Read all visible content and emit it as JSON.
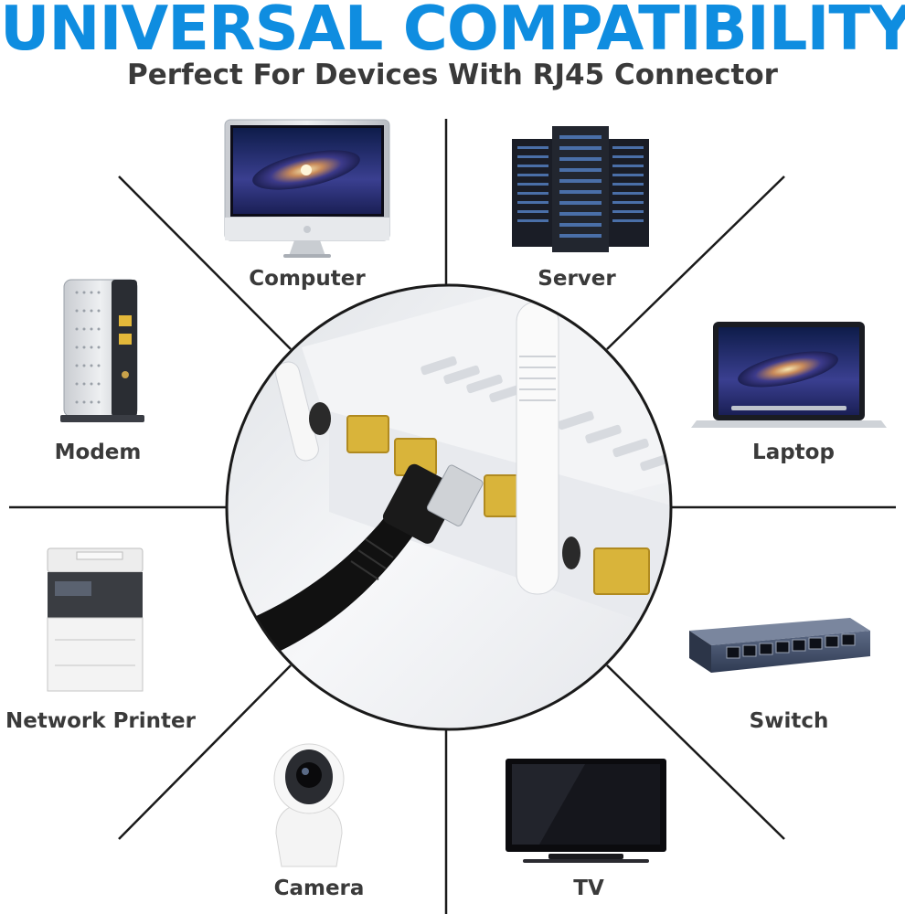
{
  "header": {
    "title": "UNIVERSAL COMPATIBILITY",
    "subtitle": "Perfect For Devices With RJ45 Connector"
  },
  "devices": [
    {
      "label": "Computer"
    },
    {
      "label": "Server"
    },
    {
      "label": "Modem"
    },
    {
      "label": "Laptop"
    },
    {
      "label": "Network Printer"
    },
    {
      "label": "Switch"
    },
    {
      "label": "Camera"
    },
    {
      "label": "TV"
    }
  ],
  "colors": {
    "title": "#0f8de0",
    "text": "#3a3a3a",
    "lines": "#1a1a1a",
    "circle_border": "#1a1a1a",
    "router_body": "#f2f3f5",
    "port_yellow": "#d9b43a",
    "cable": "#111111"
  },
  "icons": {
    "center": "router-with-ethernet-cable-icon",
    "computer": "desktop-monitor-icon",
    "server": "server-rack-icon",
    "modem": "modem-icon",
    "laptop": "laptop-icon",
    "printer": "printer-icon",
    "switch": "network-switch-icon",
    "camera": "security-camera-icon",
    "tv": "television-icon"
  }
}
